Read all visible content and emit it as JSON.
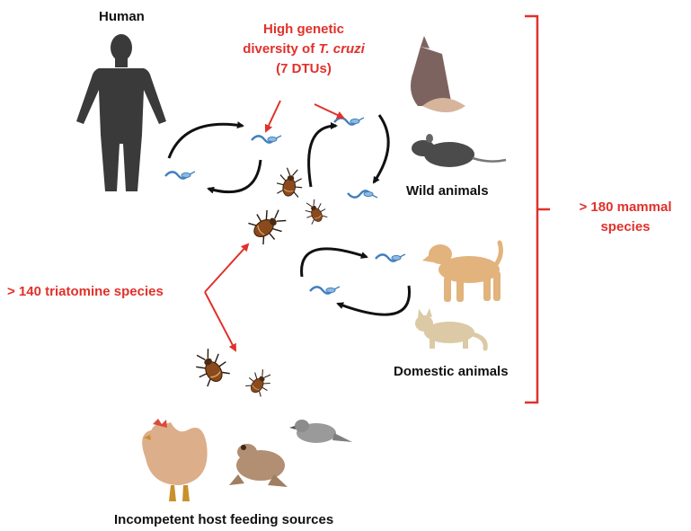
{
  "labels": {
    "human": "Human",
    "wild_animals": "Wild animals",
    "domestic_animals": "Domestic animals",
    "incompetent_hosts": "Incompetent host feeding sources"
  },
  "annotations": {
    "diversity_line1": "High genetic",
    "diversity_line2_prefix": "diversity of ",
    "diversity_line2_italic": "T. cruzi",
    "diversity_line3": "(7 DTUs)",
    "triatomine": "> 140 triatomine species",
    "mammal_line1": "> 180 mammal",
    "mammal_line2": "species"
  },
  "icons": [
    "human-silhouette-icon",
    "bat-icon",
    "rat-icon",
    "dog-icon",
    "cat-icon",
    "chicken-icon",
    "frog-icon",
    "bird-icon",
    "triatomine-bug-icon",
    "trypanosome-icon"
  ],
  "colors": {
    "accent_red": "#e0312b",
    "text": "#111111",
    "parasite_blue": "#3f7fbf"
  }
}
